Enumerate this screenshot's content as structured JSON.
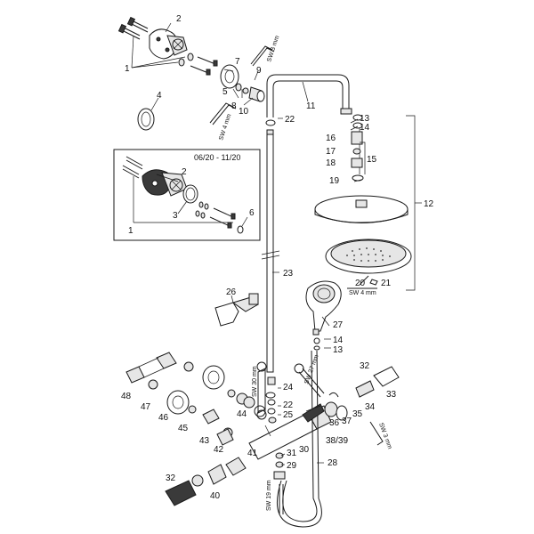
{
  "inset": {
    "date_range": "06/20 - 11/20"
  },
  "part_numbers": {
    "p1": "1",
    "p1b": "1",
    "p2": "2",
    "p2b": "2",
    "p3": "3",
    "p4": "4",
    "p5": "5",
    "p6": "6",
    "p7": "7",
    "p8": "8",
    "p9": "9",
    "p10": "10",
    "p11": "11",
    "p12": "12",
    "p13": "13",
    "p13b": "13",
    "p14": "14",
    "p14b": "14",
    "p15": "15",
    "p16": "16",
    "p17": "17",
    "p18": "18",
    "p19": "19",
    "p20": "20",
    "p21": "21",
    "p22": "22",
    "p22b": "22",
    "p23": "23",
    "p24": "24",
    "p25": "25",
    "p26": "26",
    "p27": "27",
    "p28": "28",
    "p29": "29",
    "p30": "30",
    "p31": "31",
    "p32": "32",
    "p32b": "32",
    "p33": "33",
    "p34": "34",
    "p35": "35",
    "p36": "36",
    "p37": "37",
    "p3839": "38/39",
    "p40": "40",
    "p41": "41",
    "p42": "42",
    "p43": "43",
    "p44": "44",
    "p45": "45",
    "p46": "46",
    "p47": "47",
    "p48": "48"
  },
  "tool_labels": {
    "sw3_top": "SW 3 mm",
    "sw4_top": "SW 4 mm",
    "sw4_mid": "SW 4 mm",
    "sw30": "SW 30 mm",
    "sw27": "SW 27 mm",
    "sw3_bot": "SW 3 mm",
    "sw19": "SW 19 mm"
  }
}
